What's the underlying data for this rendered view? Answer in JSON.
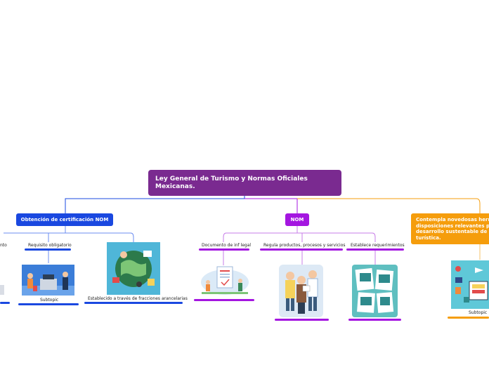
{
  "root": {
    "title": "Ley General de Turismo y Normas Oficiales Mexicanas."
  },
  "branches": {
    "certificacion": {
      "label": "Obtención de certificación NOM",
      "color": "#1a48e0"
    },
    "nom": {
      "label": "NOM",
      "color": "#a416e0"
    },
    "turismo": {
      "label": "Contempla novedosas herra disposiciones relevantes p y desarrollo sustentable de turística.",
      "color": "#f59d0c"
    }
  },
  "subtopics": {
    "procedimiento_partial": "nto",
    "requisito": "Requisito obligatorio",
    "requisito_child": "Subtopic",
    "fracciones": "Establecido a través de fracciones arancelarias",
    "documento": "Documento de inf legal",
    "regula": "Regula productos, procesos y servicios",
    "establece": "Establece requerimientos",
    "turismo_child": "Subtopic"
  },
  "icons": {
    "certificate_illustration": "earth-tools-icon",
    "airport_illustration": "airport-counter-icon",
    "document_illustration": "legal-document-icon",
    "people_illustration": "people-discussing-icon",
    "brochure_illustration": "travel-brochure-icon",
    "travel_illustration": "travel-tablet-icon"
  }
}
